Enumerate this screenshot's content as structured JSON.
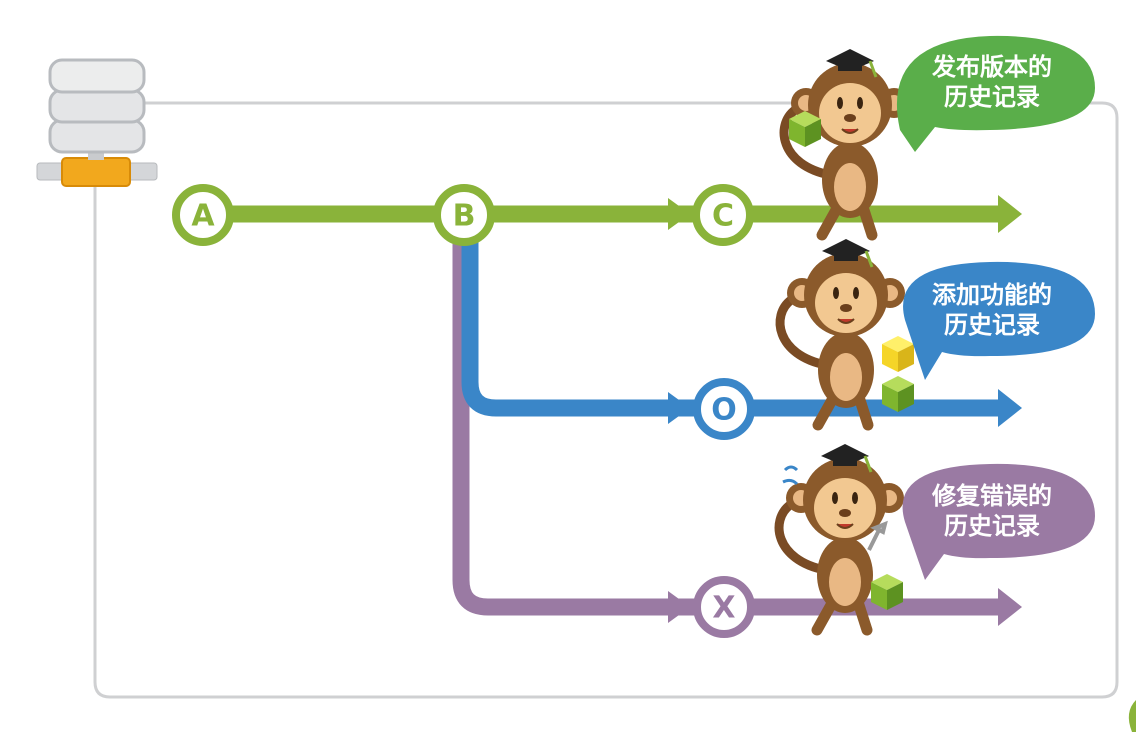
{
  "colors": {
    "master": "#8ab33a",
    "feature": "#3a86c8",
    "hotfix": "#9a7aa3",
    "frame": "#cfd0d2",
    "server_orange": "#f2a81d"
  },
  "nodes": {
    "a": "A",
    "b": "B",
    "c": "C",
    "o": "O",
    "x": "X"
  },
  "bubbles": {
    "master": {
      "line1": "发布版本的",
      "line2": "历史记录"
    },
    "feature": {
      "line1": "添加功能的",
      "line2": "历史记录"
    },
    "hotfix": {
      "line1": "修复错误的",
      "line2": "历史记录"
    }
  },
  "icons": {
    "server": "database-server-icon",
    "monkey": "monkey-mascot-icon"
  }
}
